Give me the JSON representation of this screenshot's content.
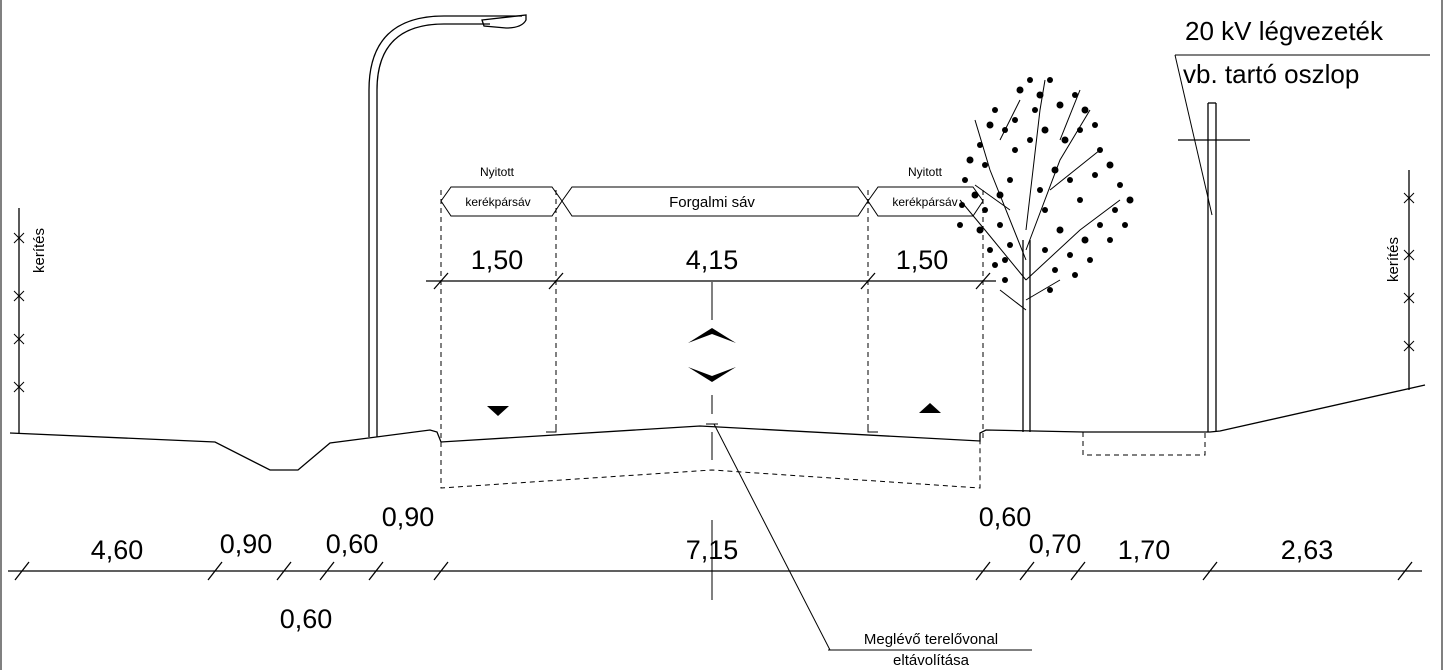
{
  "dimensions_bottom": {
    "d1": "4,60",
    "d2": "0,90",
    "d3": "0,60",
    "d4": "0,90",
    "d5": "7,15",
    "d6": "0,60",
    "d7": "0,70",
    "d8": "1,70",
    "d9": "2,63",
    "d10": "0,60"
  },
  "dimensions_top": {
    "t1": "1,50",
    "t2": "4,15",
    "t3": "1,50"
  },
  "lane_labels": {
    "left_line1": "Nyitott",
    "left_line2": "kerékpársáv",
    "center": "Forgalmi sáv",
    "right_line1": "Nyitott",
    "right_line2": "kerékpársáv"
  },
  "fence_label_left": "kerítés",
  "fence_label_right": "kerítés",
  "pole_label_line1": "20 kV légvezeték",
  "pole_label_line2": "vb. tartó oszlop",
  "note_line1": "Meglévő terelővonal",
  "note_line2": "eltávolítása"
}
